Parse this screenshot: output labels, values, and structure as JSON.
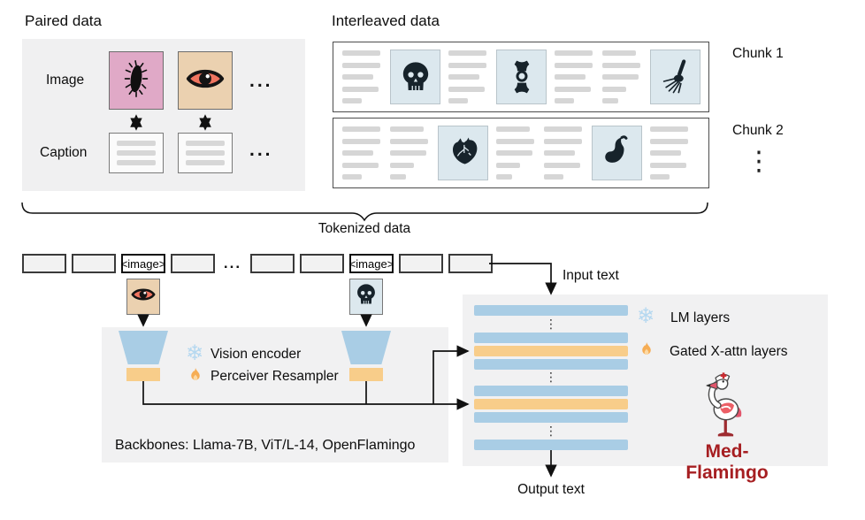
{
  "paired": {
    "title": "Paired data",
    "rows": {
      "image_label": "Image",
      "caption_label": "Caption"
    },
    "ellipsis": "...",
    "images": [
      {
        "icon": "bacteria-icon"
      },
      {
        "icon": "eye-icon"
      }
    ]
  },
  "interleaved": {
    "title": "Interleaved data",
    "more_indicator": "⋮",
    "chunks": [
      {
        "label": "Chunk 1",
        "items": [
          {
            "type": "text"
          },
          {
            "type": "image",
            "icon": "skull-icon"
          },
          {
            "type": "text"
          },
          {
            "type": "image",
            "icon": "joint-icon"
          },
          {
            "type": "text"
          },
          {
            "type": "text"
          },
          {
            "type": "image",
            "icon": "hand-icon"
          }
        ]
      },
      {
        "label": "Chunk 2",
        "items": [
          {
            "type": "text"
          },
          {
            "type": "text"
          },
          {
            "type": "image",
            "icon": "heart-icon"
          },
          {
            "type": "text"
          },
          {
            "type": "text"
          },
          {
            "type": "image",
            "icon": "stomach-icon"
          },
          {
            "type": "text"
          }
        ]
      }
    ]
  },
  "tokenized": {
    "label": "Tokenized data"
  },
  "tokens": {
    "cells": [
      {
        "type": "box"
      },
      {
        "type": "box"
      },
      {
        "type": "image_token",
        "label": "<image>"
      },
      {
        "type": "box"
      },
      {
        "type": "dots",
        "label": "..."
      },
      {
        "type": "box"
      },
      {
        "type": "box"
      },
      {
        "type": "image_token",
        "label": "<image>"
      },
      {
        "type": "box"
      },
      {
        "type": "box"
      }
    ],
    "thumbs": [
      {
        "icon": "eye-icon"
      },
      {
        "icon": "skull-icon"
      }
    ]
  },
  "model": {
    "input_label": "Input text",
    "output_label": "Output text",
    "vision_encoder_label": "Vision encoder",
    "perceiver_label": "Perceiver Resampler",
    "lm_layers_label": "LM layers",
    "gated_label": "Gated X-attn layers",
    "backbones_label": "Backbones: Llama-7B, ViT/L-14, OpenFlamingo",
    "brand": "Med-Flamingo",
    "dots": "⋮",
    "stack": [
      "blue",
      "dots",
      "blue",
      "orange",
      "blue",
      "dots",
      "blue",
      "orange",
      "blue",
      "dots",
      "blue"
    ]
  },
  "colors": {
    "blue": "#a9cde5",
    "orange": "#f8cd8a",
    "brand_red": "#a61e21",
    "pink": "#e0a9c7",
    "tan": "#ebd1b0",
    "tile": "#dce8ee",
    "panel": "#f1f1f2",
    "snow": "#b5d8f0",
    "flame": "#f6ad55"
  }
}
